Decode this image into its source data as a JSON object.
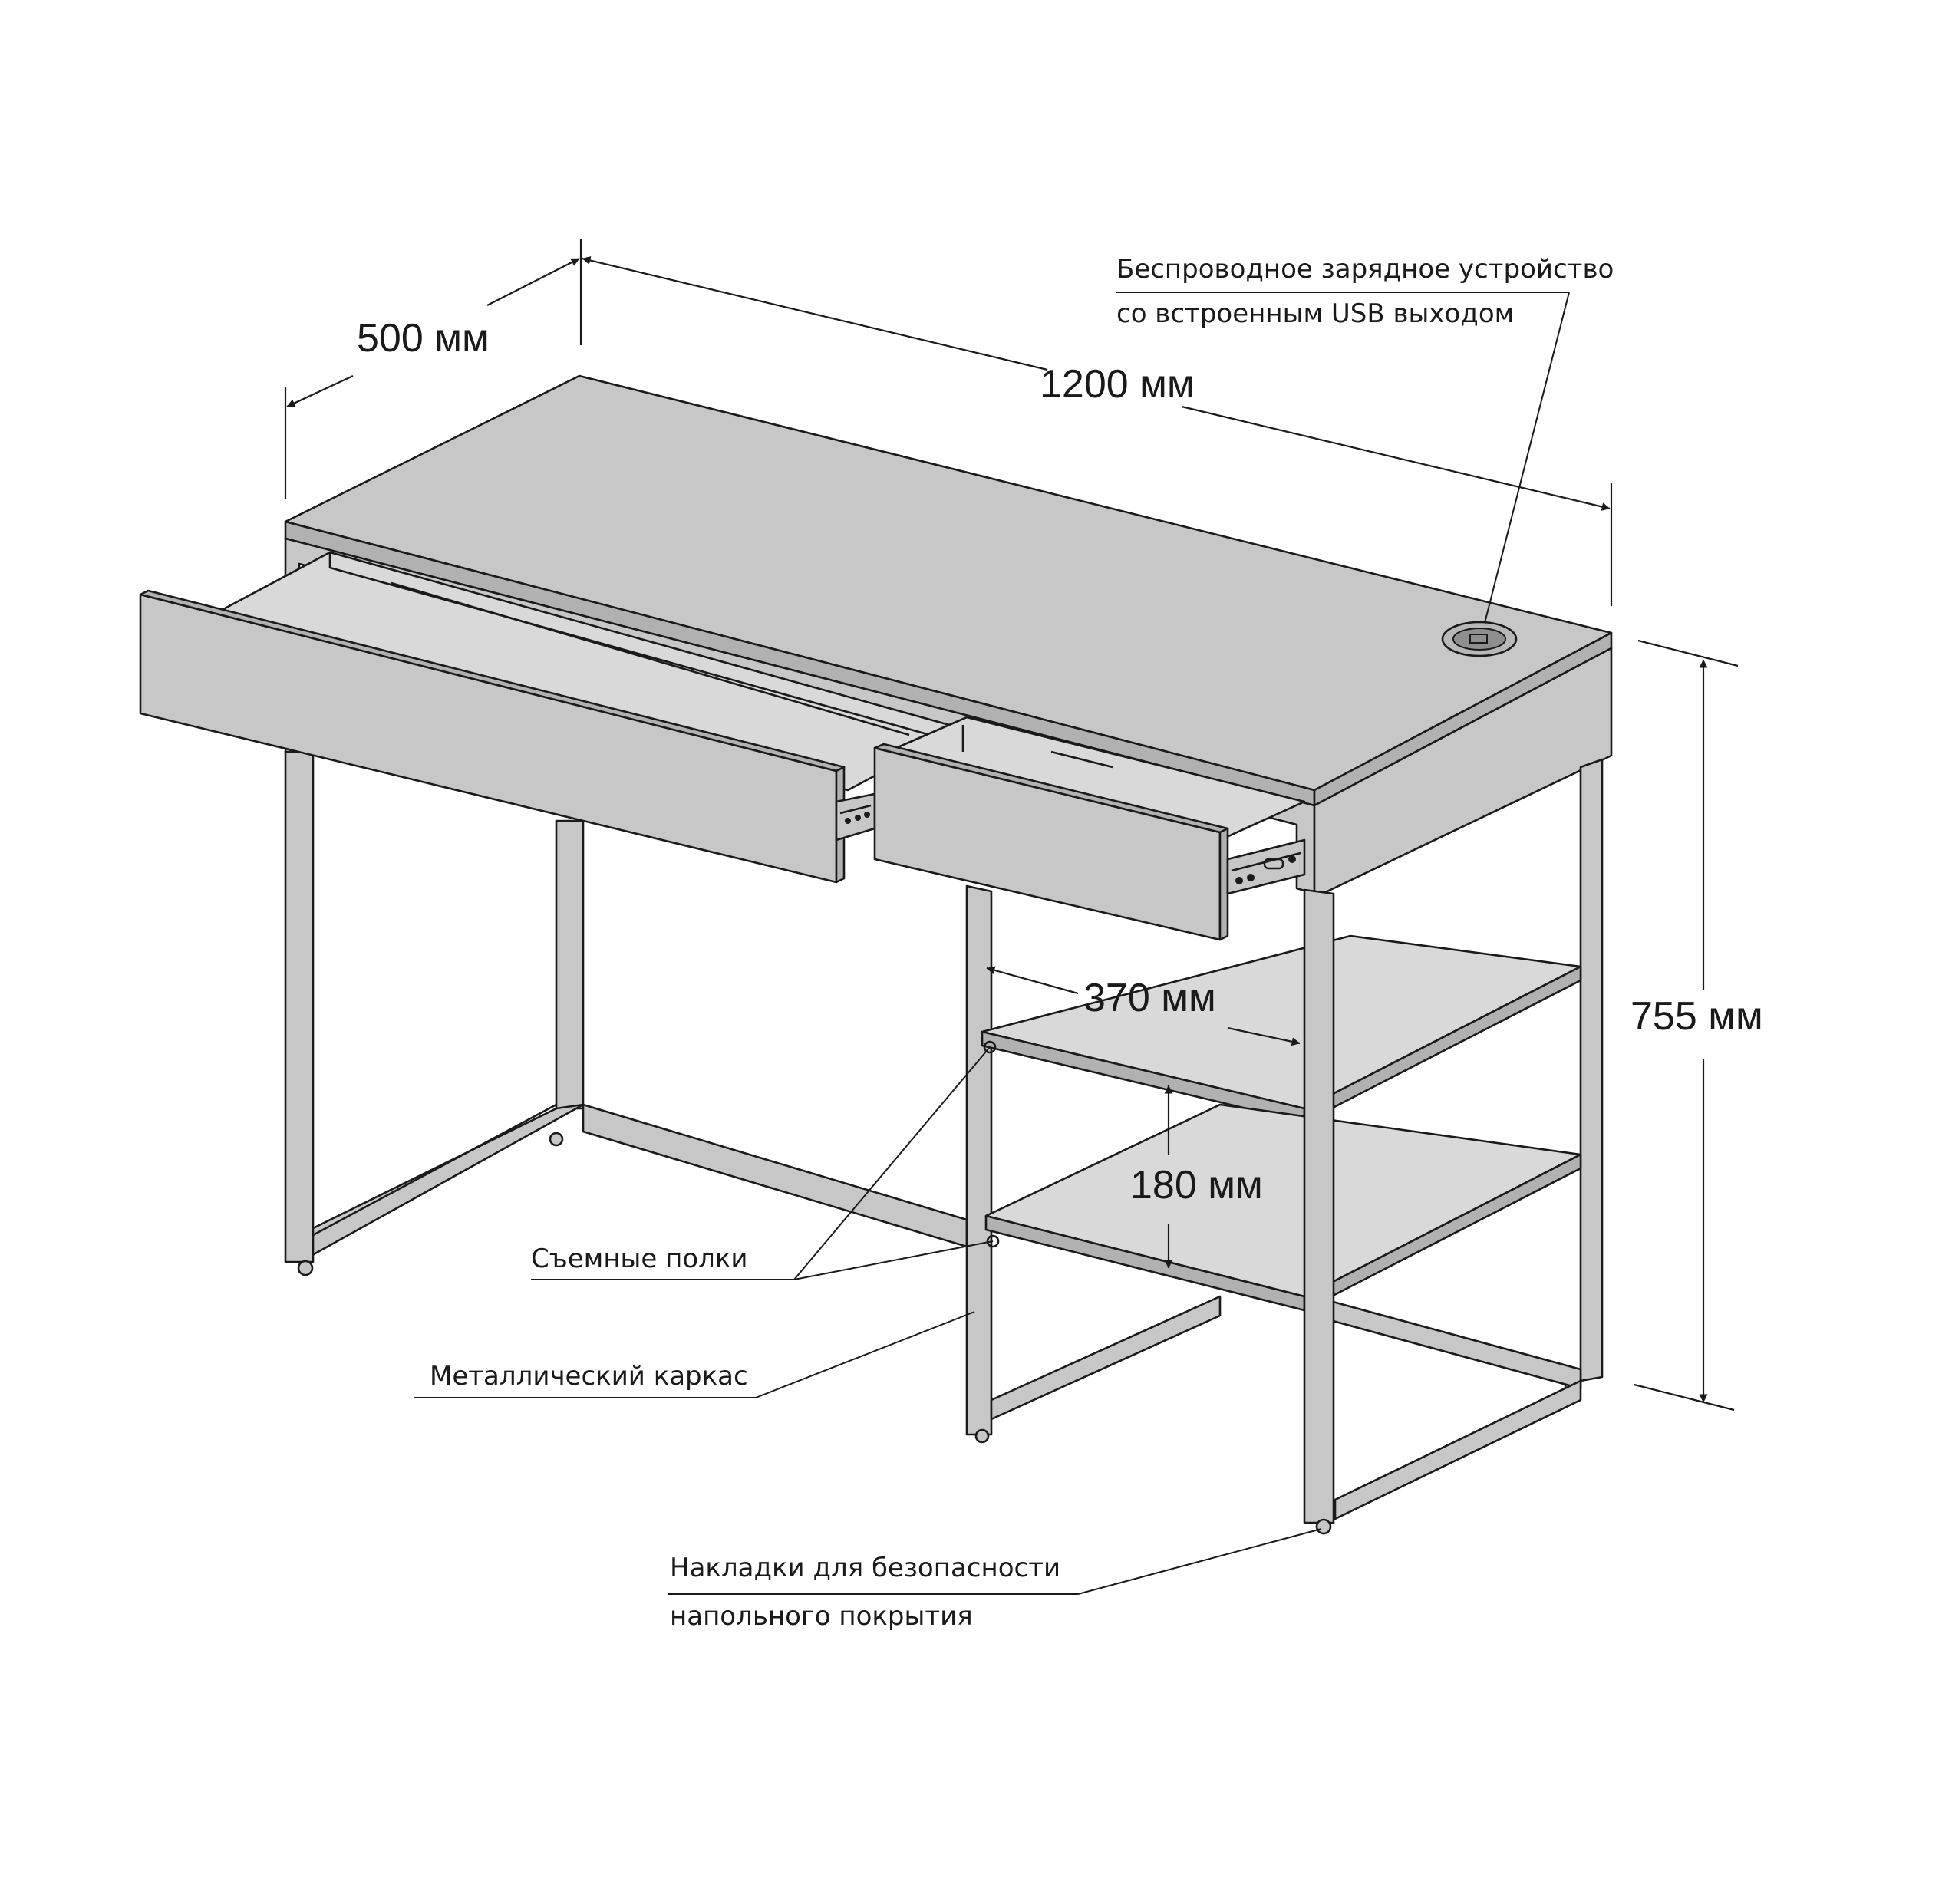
{
  "dimensions": {
    "depth": "500 мм",
    "width": "1200 мм",
    "height": "755 мм",
    "shelf_depth": "370 мм",
    "shelf_spacing": "180 мм"
  },
  "callouts": {
    "charger_line1": "Беспроводное зарядное устройство",
    "charger_line2": "со встроенным USB выходом",
    "shelves": "Съемные полки",
    "frame": "Металлический каркас",
    "pads_line1": "Накладки для безопасности",
    "pads_line2": "напольного покрытия"
  },
  "colors": {
    "line": "#1a1a1a",
    "panel": "#c7c7c7",
    "background": "#ffffff"
  }
}
